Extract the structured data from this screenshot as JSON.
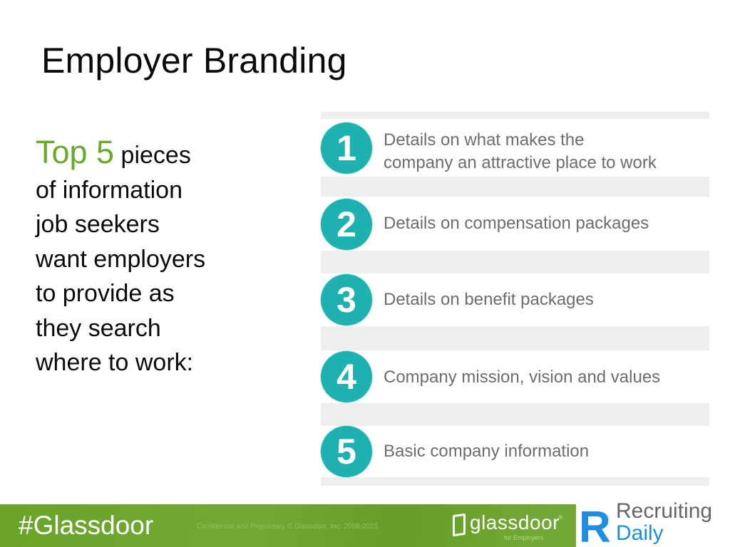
{
  "slide": {
    "title": "Employer Branding"
  },
  "intro": {
    "accent": "Top 5",
    "line1_rest": " pieces",
    "lines": [
      "of information",
      "job seekers",
      "want employers",
      "to provide as",
      "they search",
      "where to work:"
    ]
  },
  "list": {
    "badge_color": "#1fb0b0",
    "items": [
      {
        "number": "1",
        "line1": "Details on what makes the",
        "line2": "company an attractive place to work"
      },
      {
        "number": "2",
        "line1": "Details on compensation packages"
      },
      {
        "number": "3",
        "line1": "Details on benefit packages"
      },
      {
        "number": "4",
        "line1": "Company mission, vision and values"
      },
      {
        "number": "5",
        "line1": "Basic company information"
      }
    ]
  },
  "footer": {
    "hashtag": "#Glassdoor",
    "confidential": "Confidential and Proprietary © Glassdoor, Inc. 2008-2015",
    "bar_color": "#6aa42a",
    "glassdoor_logo": {
      "icon": "door-icon",
      "word": "glassdoor",
      "registered": "®",
      "sub": "for Employers"
    },
    "recruiting_daily_logo": {
      "letter": "R",
      "line1": "Recruiting",
      "line2": "Daily",
      "brand_color": "#1e8fe0"
    }
  }
}
